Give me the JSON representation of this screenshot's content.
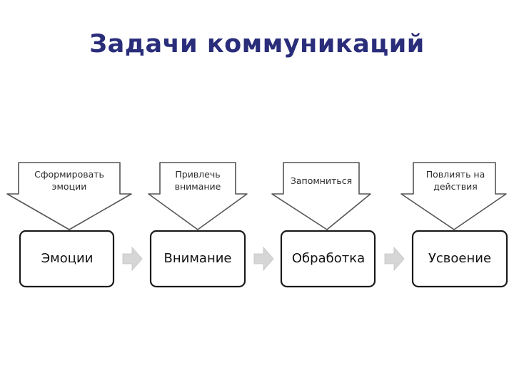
{
  "title": "Задачи коммуникаций",
  "steps": [
    {
      "callout": "Сформировать эмоции",
      "label": "Эмоции"
    },
    {
      "callout": "Привлечь внимание",
      "label": "Внимание"
    },
    {
      "callout": "Запомниться",
      "label": "Обработка"
    },
    {
      "callout": "Повлиять на действия",
      "label": "Усвоение"
    }
  ],
  "colors": {
    "title": "#2a2d7a",
    "box_border": "#1a1a1a",
    "callout_border": "#555555",
    "arrow_fill": "#d6d6d6"
  }
}
